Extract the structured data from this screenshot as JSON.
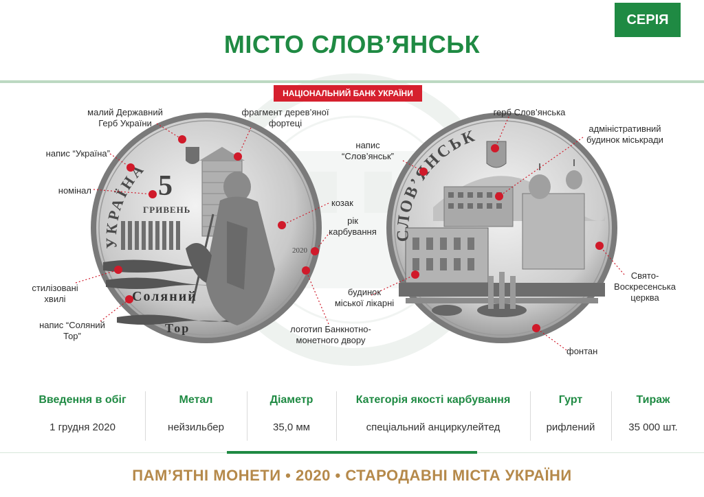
{
  "header": {
    "title": "МІСТО СЛОВ’ЯНСЬК",
    "series_label": "СЕРІЯ",
    "bank_label": "НАЦІОНАЛЬНИЙ БАНК УКРАЇНИ"
  },
  "coin_left": {
    "inscription_top": "УКРАЇНА",
    "denomination": "5",
    "currency": "ГРИВЕНЬ",
    "year": "2020",
    "legend_1": "Соляний",
    "legend_2": "Тор"
  },
  "coin_right": {
    "inscription": "СЛОВ’ЯНСЬК"
  },
  "callouts": {
    "small_coat": "малий Державний\nГерб України",
    "fortress": "фрагмент дерев’яної\nфортеці",
    "ukraine_text": "напис “Україна”",
    "nominal": "номінал",
    "cossack": "козак",
    "mint_year": "рік\nкарбування",
    "waves": "стилізовані\nхвилі",
    "soliany_tor": "напис  “Соляний\nТор”",
    "mint_logo": "логотип Банкнотно-\nмонетного двору",
    "slov_coat": "герб Слов’янська",
    "admin_building": "адміністративний\nбудинок міськради",
    "slov_text": "напис\n“Слов’янськ”",
    "hospital": "будинок\nміської лікарні",
    "church": "Свято-\nВоскресенська\nцерква",
    "fountain": "фонтан"
  },
  "info": [
    {
      "heading": "Введення в обіг",
      "value": "1 грудня 2020"
    },
    {
      "heading": "Метал",
      "value": "нейзильбер"
    },
    {
      "heading": "Діаметр",
      "value": "35,0 мм"
    },
    {
      "heading": "Категорія якості карбування",
      "value": "спеціальний анциркулейтед"
    },
    {
      "heading": "Гурт",
      "value": "рифлений"
    },
    {
      "heading": "Тираж",
      "value": "35 000 шт."
    }
  ],
  "footer": "ПАМ’ЯТНІ МОНЕТИ • 2020 • СТАРОДАВНІ МІСТА УКРАЇНИ",
  "colors": {
    "accent_green": "#1f8a43",
    "bank_red": "#d6202e",
    "footer_gold": "#b5894a",
    "marker_red": "#d01a2a"
  }
}
